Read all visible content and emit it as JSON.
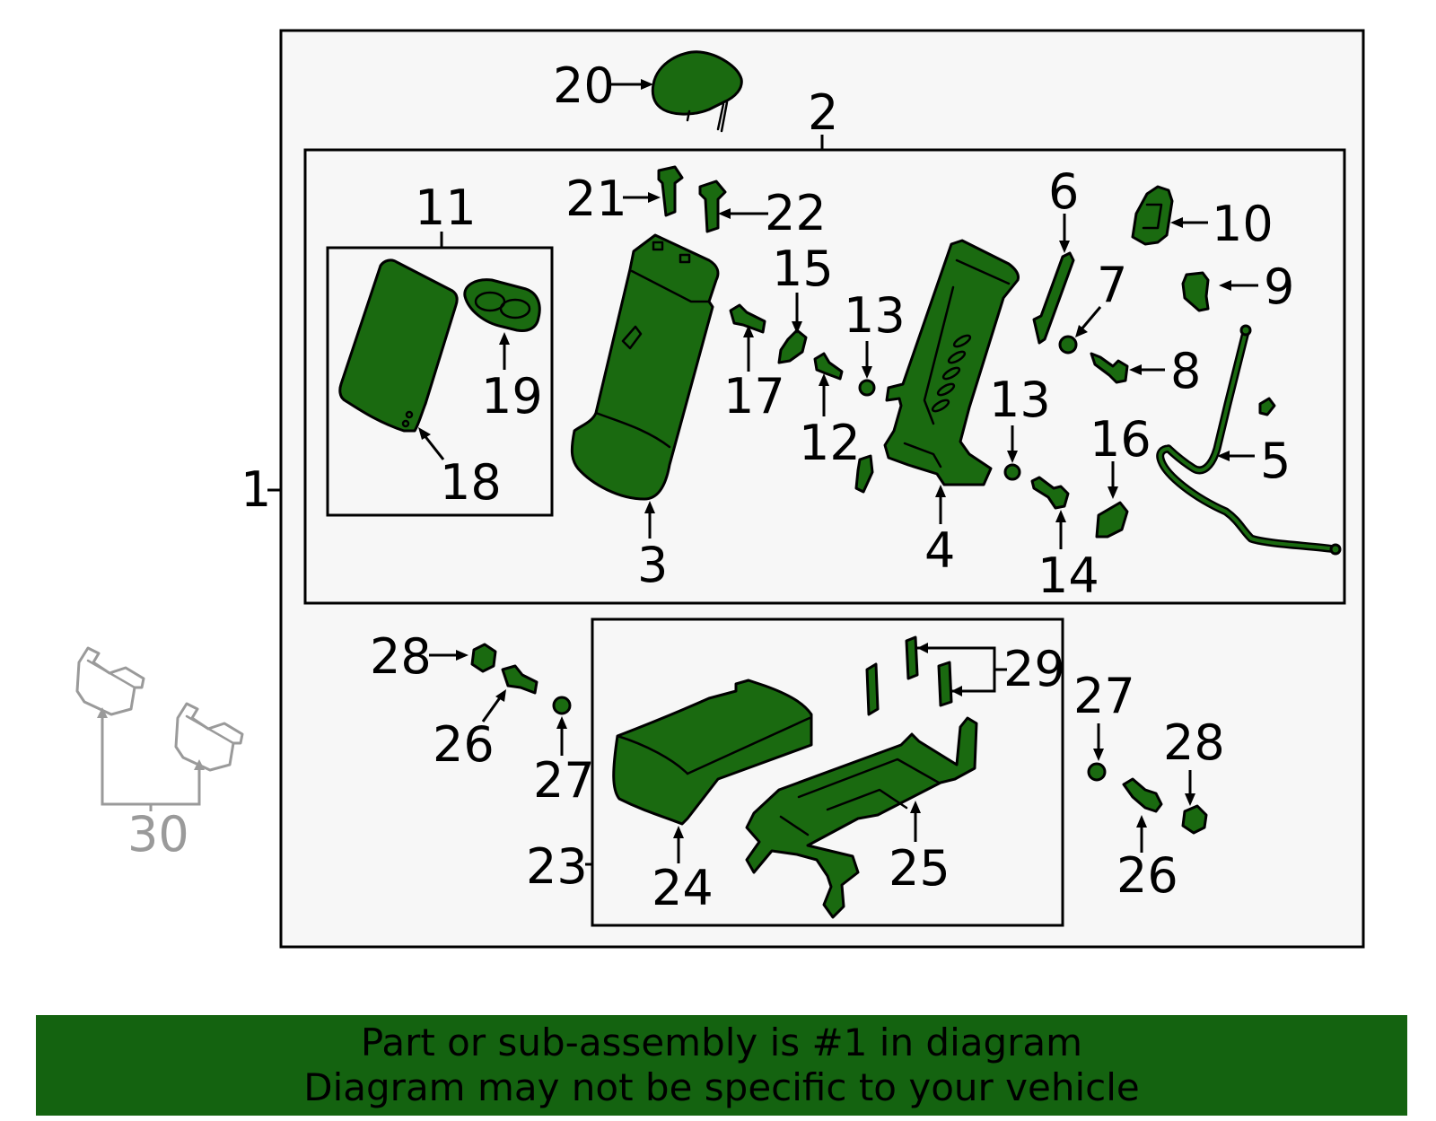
{
  "callouts": {
    "c1": "1",
    "c2": "2",
    "c3": "3",
    "c4": "4",
    "c5": "5",
    "c6": "6",
    "c7": "7",
    "c8": "8",
    "c9": "9",
    "c10": "10",
    "c11": "11",
    "c12": "12",
    "c13a": "13",
    "c13b": "13",
    "c14": "14",
    "c15": "15",
    "c16": "16",
    "c17": "17",
    "c18": "18",
    "c19": "19",
    "c20": "20",
    "c21": "21",
    "c22": "22",
    "c23": "23",
    "c24": "24",
    "c25": "25",
    "c26a": "26",
    "c26b": "26",
    "c27a": "27",
    "c27b": "27",
    "c28a": "28",
    "c28b": "28",
    "c29": "29",
    "c30": "30"
  },
  "banner": {
    "line1": "Part or sub-assembly is #1 in diagram",
    "line2": "Diagram may not be specific to your vehicle",
    "color": "#146310"
  },
  "colors": {
    "part_fill": "#1a6a10",
    "panel_bg": "#f7f7f7",
    "ghost_stroke": "#9a9a9a"
  }
}
